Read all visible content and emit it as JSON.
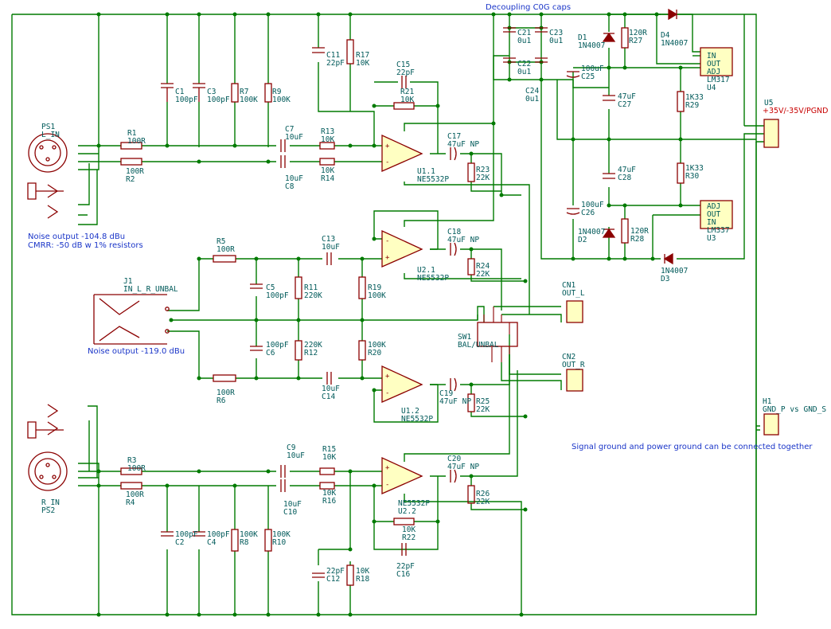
{
  "notes": {
    "noise_bal": "Noise output -104.8 dBu",
    "cmrr": "CMRR: -50 dB w 1% resistors",
    "noise_unbal": "Noise output -119.0 dBu",
    "decoupling": "Decoupling C0G caps",
    "ground": "Signal ground and power ground can be connected together",
    "supply": "+35V/-35V/PGND"
  },
  "labels": [
    {
      "id": "PS1",
      "lines": [
        "PS1",
        "L_IN"
      ]
    },
    {
      "id": "R1",
      "lines": [
        "R1",
        "100R"
      ]
    },
    {
      "id": "R2",
      "lines": [
        "100R",
        "R2"
      ]
    },
    {
      "id": "C1",
      "lines": [
        "C1",
        "100pF"
      ]
    },
    {
      "id": "C3",
      "lines": [
        "C3",
        "100pF"
      ]
    },
    {
      "id": "R7",
      "lines": [
        "R7",
        "100K"
      ]
    },
    {
      "id": "R9",
      "lines": [
        "R9",
        "100K"
      ]
    },
    {
      "id": "C11",
      "lines": [
        "C11",
        "22pF"
      ]
    },
    {
      "id": "R17",
      "lines": [
        "R17",
        "10K"
      ]
    },
    {
      "id": "C7",
      "lines": [
        "C7",
        "10uF"
      ]
    },
    {
      "id": "C8",
      "lines": [
        "10uF",
        "C8"
      ]
    },
    {
      "id": "R13",
      "lines": [
        "R13",
        "10K"
      ]
    },
    {
      "id": "R14",
      "lines": [
        "10K",
        "R14"
      ]
    },
    {
      "id": "C15",
      "lines": [
        "C15",
        "22pF"
      ]
    },
    {
      "id": "R21",
      "lines": [
        "R21",
        "10K"
      ]
    },
    {
      "id": "U1.1",
      "lines": [
        "U1.1",
        "NE5532P"
      ]
    },
    {
      "id": "C17",
      "lines": [
        "C17",
        "47uF NP"
      ]
    },
    {
      "id": "R23",
      "lines": [
        "R23",
        "22K"
      ]
    },
    {
      "id": "C21",
      "lines": [
        "C21",
        "0u1"
      ]
    },
    {
      "id": "C23",
      "lines": [
        "C23",
        "0u1"
      ]
    },
    {
      "id": "C22",
      "lines": [
        "C22",
        "0u1"
      ]
    },
    {
      "id": "C24",
      "lines": [
        "C24",
        "0u1"
      ]
    },
    {
      "id": "D1",
      "lines": [
        "D1",
        "1N4007"
      ]
    },
    {
      "id": "R27",
      "lines": [
        "120R",
        "R27"
      ]
    },
    {
      "id": "D4",
      "lines": [
        "D4",
        "1N4007"
      ]
    },
    {
      "id": "U4",
      "lines": [
        "IN",
        "OUT",
        "ADJ",
        "LM317",
        "U4"
      ]
    },
    {
      "id": "C25",
      "lines": [
        "100uF",
        "C25"
      ]
    },
    {
      "id": "C27",
      "lines": [
        "47uF",
        "C27"
      ]
    },
    {
      "id": "R29",
      "lines": [
        "1K33",
        "R29"
      ]
    },
    {
      "id": "U5",
      "lines": [
        "U5"
      ]
    },
    {
      "id": "C28",
      "lines": [
        "47uF",
        "C28"
      ]
    },
    {
      "id": "R30",
      "lines": [
        "1K33",
        "R30"
      ]
    },
    {
      "id": "C26",
      "lines": [
        "100uF",
        "C26"
      ]
    },
    {
      "id": "U3",
      "lines": [
        "ADJ",
        "OUT",
        "IN",
        "LM337",
        "U3"
      ]
    },
    {
      "id": "D2",
      "lines": [
        "1N4007",
        "D2"
      ]
    },
    {
      "id": "R28",
      "lines": [
        "120R",
        "R28"
      ]
    },
    {
      "id": "D3",
      "lines": [
        "1N4007",
        "D3"
      ]
    },
    {
      "id": "R5",
      "lines": [
        "R5",
        "100R"
      ]
    },
    {
      "id": "C13",
      "lines": [
        "C13",
        "10uF"
      ]
    },
    {
      "id": "C18",
      "lines": [
        "C18",
        "47uF NP"
      ]
    },
    {
      "id": "U2.1",
      "lines": [
        "U2.1",
        "NE5532P"
      ]
    },
    {
      "id": "R24",
      "lines": [
        "R24",
        "22K"
      ]
    },
    {
      "id": "J1",
      "lines": [
        "J1",
        "IN_L_R_UNBAL"
      ]
    },
    {
      "id": "C5",
      "lines": [
        "C5",
        "100pF"
      ]
    },
    {
      "id": "R11",
      "lines": [
        "R11",
        "220K"
      ]
    },
    {
      "id": "R19",
      "lines": [
        "R19",
        "100K"
      ]
    },
    {
      "id": "CN1",
      "lines": [
        "CN1",
        "OUT_L"
      ]
    },
    {
      "id": "SW1",
      "lines": [
        "SW1",
        "BAL/UNBAL"
      ]
    },
    {
      "id": "C6",
      "lines": [
        "100pF",
        "C6"
      ]
    },
    {
      "id": "R12",
      "lines": [
        "220K",
        "R12"
      ]
    },
    {
      "id": "R20",
      "lines": [
        "100K",
        "R20"
      ]
    },
    {
      "id": "CN2",
      "lines": [
        "CN2",
        "OUT_R"
      ]
    },
    {
      "id": "R6",
      "lines": [
        "100R",
        "R6"
      ]
    },
    {
      "id": "C14",
      "lines": [
        "10uF",
        "C14"
      ]
    },
    {
      "id": "U1.2",
      "lines": [
        "U1.2",
        "NE5532P"
      ]
    },
    {
      "id": "C19",
      "lines": [
        "C19",
        "47uF NP"
      ]
    },
    {
      "id": "R25",
      "lines": [
        "R25",
        "22K"
      ]
    },
    {
      "id": "H1",
      "lines": [
        "H1",
        "GND_P vs GND_S"
      ]
    },
    {
      "id": "R3",
      "lines": [
        "R3",
        "100R"
      ]
    },
    {
      "id": "C9",
      "lines": [
        "C9",
        "10uF"
      ]
    },
    {
      "id": "R15",
      "lines": [
        "R15",
        "10K"
      ]
    },
    {
      "id": "C20",
      "lines": [
        "C20",
        "47uF NP"
      ]
    },
    {
      "id": "R4",
      "lines": [
        "100R",
        "R4"
      ]
    },
    {
      "id": "C10",
      "lines": [
        "10uF",
        "C10"
      ]
    },
    {
      "id": "R16",
      "lines": [
        "10K",
        "R16"
      ]
    },
    {
      "id": "U2.2",
      "lines": [
        "NE5532P",
        "U2.2"
      ]
    },
    {
      "id": "R26",
      "lines": [
        "R26",
        "22K"
      ]
    },
    {
      "id": "PS2",
      "lines": [
        "R_IN",
        "PS2"
      ]
    },
    {
      "id": "C2",
      "lines": [
        "100pF",
        "C2"
      ]
    },
    {
      "id": "C4",
      "lines": [
        "100pF",
        "C4"
      ]
    },
    {
      "id": "R8",
      "lines": [
        "100K",
        "R8"
      ]
    },
    {
      "id": "R10",
      "lines": [
        "100K",
        "R10"
      ]
    },
    {
      "id": "C12",
      "lines": [
        "22pF",
        "C12"
      ]
    },
    {
      "id": "R18",
      "lines": [
        "10K",
        "R18"
      ]
    },
    {
      "id": "R22",
      "lines": [
        "10K",
        "R22"
      ]
    },
    {
      "id": "C16",
      "lines": [
        "22pF",
        "C16"
      ]
    }
  ]
}
